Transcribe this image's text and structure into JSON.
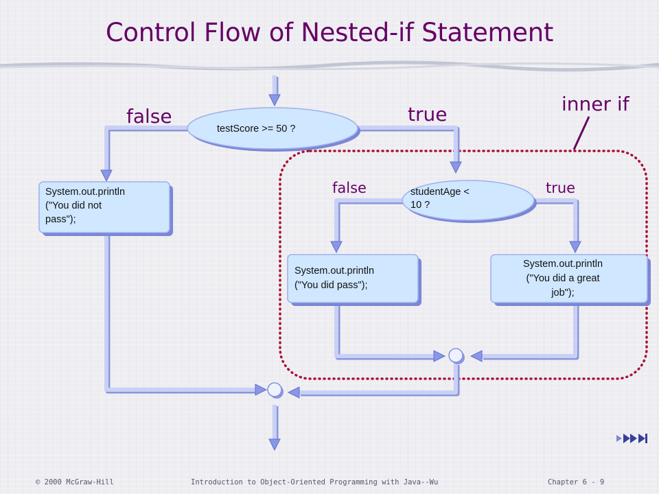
{
  "slide": {
    "title": "Control Flow of Nested-if Statement"
  },
  "diagram": {
    "outer_condition": "testScore >= 50 ?",
    "outer_false": "false",
    "outer_true": "true",
    "inner_condition_line1": "studentAge <",
    "inner_condition_line2": "10 ?",
    "inner_false": "false",
    "inner_true": "true",
    "inner_if_label": "inner if",
    "box_fail_line1": "System.out.println",
    "box_fail_line2": "(\"You did not",
    "box_fail_line3": "pass\");",
    "box_pass_line1": "System.out.println",
    "box_pass_line2": "(\"You did pass\");",
    "box_great_line1": "System.out.println",
    "box_great_line2": "(\"You did a great",
    "box_great_line3": "job\");"
  },
  "colors": {
    "title": "#660066",
    "inner_if_border": "#aa1133",
    "shape_fill": "#cfe7ff",
    "connector": "#9aa8e8"
  },
  "footer": {
    "left": "© 2000 McGraw-Hill",
    "center": "Introduction to Object-Oriented Programming with Java--Wu",
    "right": "Chapter 6 - 9"
  }
}
